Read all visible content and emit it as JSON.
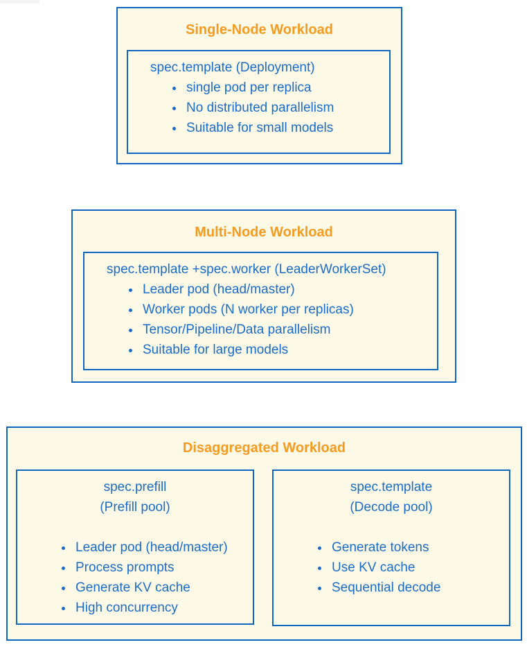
{
  "colors": {
    "border_blue": "#0f65c0",
    "text_blue": "#1a6cc8",
    "title_orange": "#f49b22",
    "panel_cream": "#fdf9e7",
    "page_bg": "#ffffff"
  },
  "sections": [
    {
      "title": "Single-Node Workload",
      "subboxes": [
        {
          "heading_lines": [
            "spec.template (Deployment)"
          ],
          "bullets": [
            "single pod per replica",
            "No distributed parallelism",
            "Suitable for small models"
          ]
        }
      ]
    },
    {
      "title": "Multi-Node Workload",
      "subboxes": [
        {
          "heading_lines": [
            "spec.template +spec.worker (LeaderWorkerSet)"
          ],
          "bullets": [
            "Leader pod (head/master)",
            "Worker pods (N worker per replicas)",
            "Tensor/Pipeline/Data parallelism",
            "Suitable for large models"
          ]
        }
      ]
    },
    {
      "title": "Disaggregated Workload",
      "subboxes": [
        {
          "heading_lines": [
            "spec.prefill",
            "(Prefill pool)"
          ],
          "bullets": [
            "Leader pod (head/master)",
            "Process prompts",
            "Generate KV cache",
            "High concurrency"
          ]
        },
        {
          "heading_lines": [
            "spec.template",
            "(Decode pool)"
          ],
          "bullets": [
            "Generate tokens",
            "Use KV cache",
            "Sequential decode"
          ]
        }
      ]
    }
  ]
}
